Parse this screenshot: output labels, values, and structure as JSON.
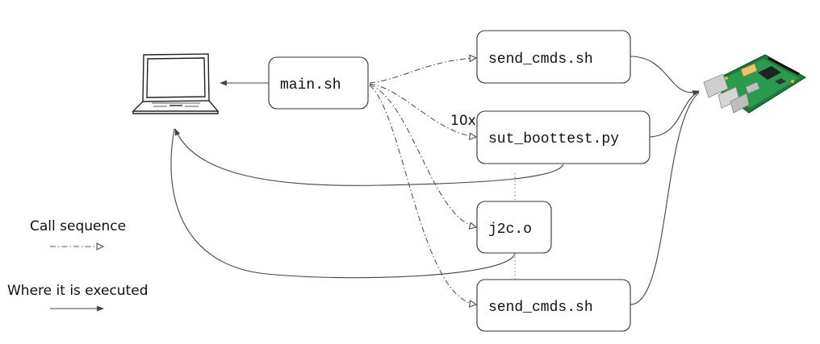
{
  "nodes": {
    "main": "main.sh",
    "send_cmds_top": "send_cmds.sh",
    "sut_boottest": "sut_boottest.py",
    "j2c": "j2c.o",
    "send_cmds_bottom": "send_cmds.sh"
  },
  "annotations": {
    "repeat": "10x"
  },
  "legend": {
    "call_sequence": "Call sequence",
    "where_executed": "Where it is executed"
  },
  "icons": {
    "host": "laptop-icon",
    "target": "raspberry-pi-board-icon"
  }
}
